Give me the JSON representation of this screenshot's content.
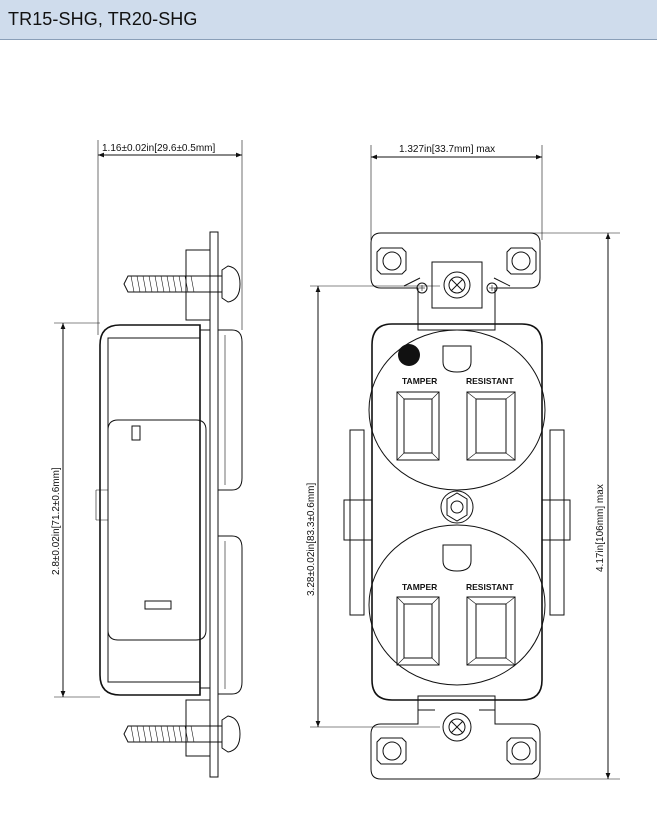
{
  "header": {
    "title": "TR15-SHG, TR20-SHG"
  },
  "dimensions": {
    "side_width": "1.16±0.02in[29.6±0.5mm]",
    "side_height": "2.8±0.02in[71.2±0.6mm]",
    "front_width": "1.327in[33.7mm] max",
    "front_inner_height": "3.28±0.02in[83.3±0.6mm]",
    "front_total_height": "4.17in[106mm] max"
  },
  "labels": {
    "top_tamper": "TAMPER",
    "top_resistant": "RESISTANT",
    "bottom_tamper": "TAMPER",
    "bottom_resistant": "RESISTANT"
  },
  "colors": {
    "header_bg": "#cfdcec",
    "header_border": "#8a9fb8",
    "line": "#111111"
  }
}
